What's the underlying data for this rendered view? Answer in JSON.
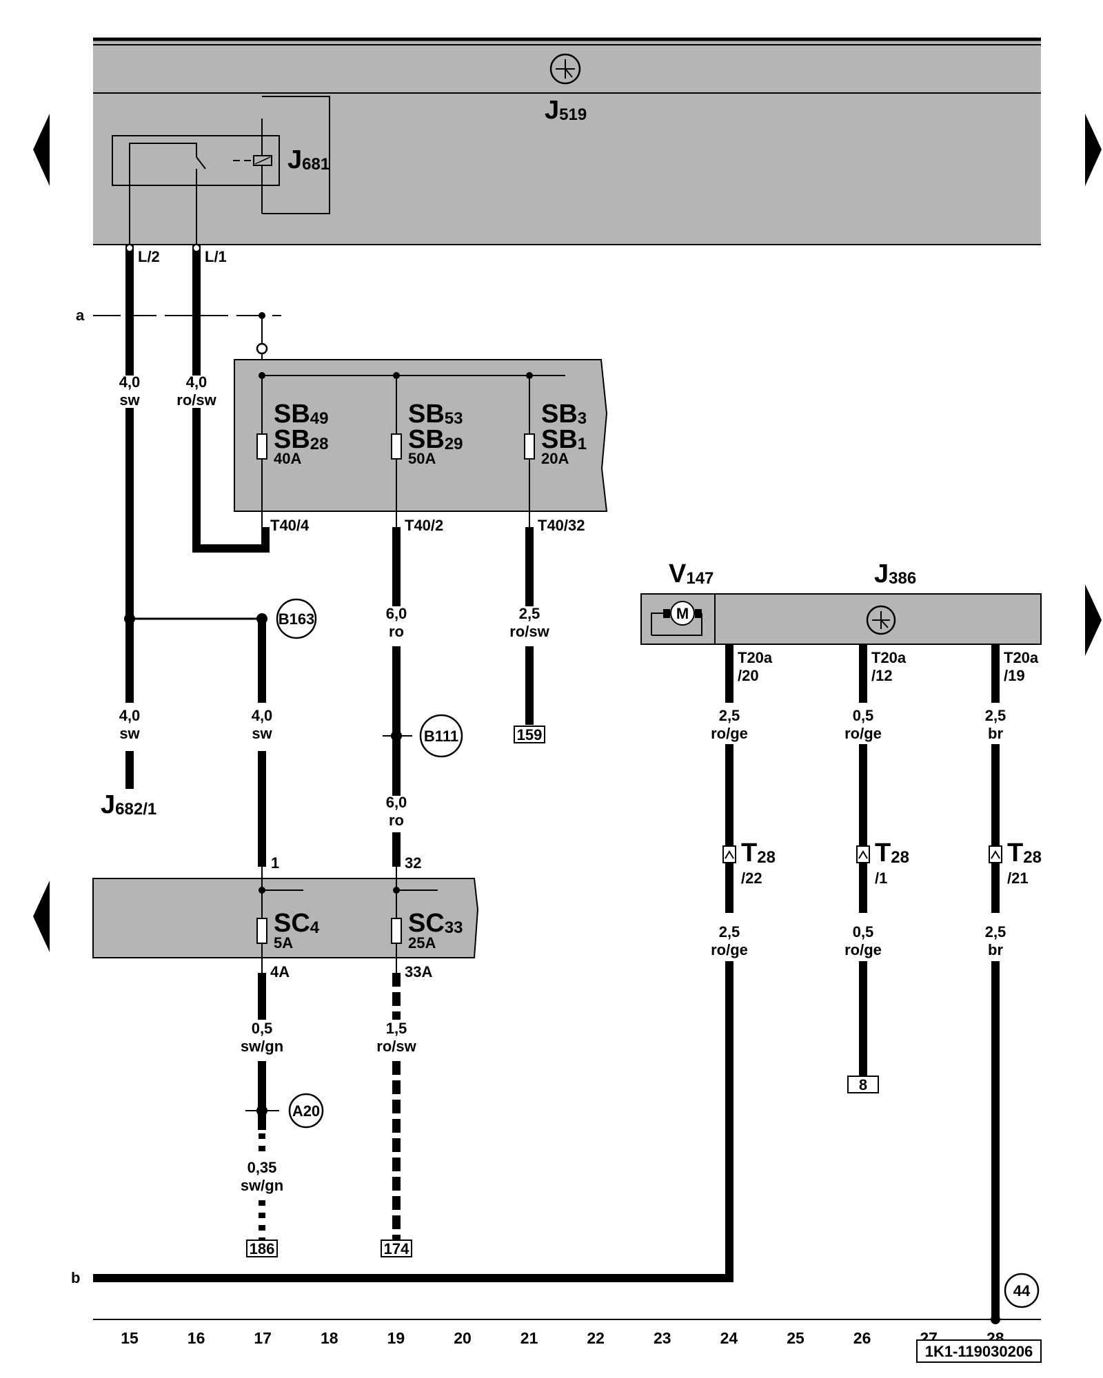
{
  "components": {
    "j519": {
      "name": "J",
      "sub": "519"
    },
    "j681": {
      "name": "J",
      "sub": "681"
    },
    "j682": {
      "name": "J",
      "sub": "682",
      "pin": "/1"
    },
    "v147": {
      "name": "V",
      "sub": "147"
    },
    "j386": {
      "name": "J",
      "sub": "386"
    },
    "motor_symbol": "M"
  },
  "fuses_sb": [
    {
      "line1": "SB",
      "sub1": "49",
      "line2": "SB",
      "sub2": "28",
      "rating": "40A",
      "terminal": "T40/4"
    },
    {
      "line1": "SB",
      "sub1": "53",
      "line2": "SB",
      "sub2": "29",
      "rating": "50A",
      "terminal": "T40/2"
    },
    {
      "line1": "SB",
      "sub1": "3",
      "line2": "SB",
      "sub2": "1",
      "rating": "20A",
      "terminal": "T40/32"
    }
  ],
  "fuses_sc": [
    {
      "name": "SC",
      "sub": "4",
      "rating": "5A",
      "pin_in": "1",
      "pin_out": "4A"
    },
    {
      "name": "SC",
      "sub": "33",
      "rating": "25A",
      "pin_in": "32",
      "pin_out": "33A"
    }
  ],
  "pins": {
    "l2": "L/2",
    "l1": "L/1"
  },
  "wires": {
    "w15a": {
      "size": "4,0",
      "color": "sw"
    },
    "w16a": {
      "size": "4,0",
      "color": "ro/sw"
    },
    "w15b": {
      "size": "4,0",
      "color": "sw"
    },
    "w17a": {
      "size": "4,0",
      "color": "sw"
    },
    "w19a": {
      "size": "6,0",
      "color": "ro"
    },
    "w19b": {
      "size": "6,0",
      "color": "ro"
    },
    "w21a": {
      "size": "2,5",
      "color": "ro/sw"
    },
    "w17b": {
      "size": "0,5",
      "color": "sw/gn"
    },
    "w17c": {
      "size": "0,35",
      "color": "sw/gn"
    },
    "w19c": {
      "size": "1,5",
      "color": "ro/sw"
    },
    "w24a": {
      "size": "2,5",
      "color": "ro/ge"
    },
    "w24b": {
      "size": "2,5",
      "color": "ro/ge"
    },
    "w26a": {
      "size": "0,5",
      "color": "ro/ge"
    },
    "w26b": {
      "size": "0,5",
      "color": "ro/ge"
    },
    "w28a": {
      "size": "2,5",
      "color": "br"
    },
    "w28b": {
      "size": "2,5",
      "color": "br"
    }
  },
  "connectors_j386": [
    {
      "name": "T20a",
      "pin": "/20"
    },
    {
      "name": "T20a",
      "pin": "/12"
    },
    {
      "name": "T20a",
      "pin": "/19"
    }
  ],
  "connectors_t28": [
    {
      "name": "T",
      "sub": "28",
      "pin": "/22"
    },
    {
      "name": "T",
      "sub": "28",
      "pin": "/1"
    },
    {
      "name": "T",
      "sub": "28",
      "pin": "/21"
    }
  ],
  "ground_points": {
    "b163": "B163",
    "b111": "B111",
    "a20": "A20",
    "g44": "44"
  },
  "references": {
    "r159": "159",
    "r186": "186",
    "r174": "174",
    "r8": "8"
  },
  "line_labels": {
    "a": "a",
    "b": "b"
  },
  "columns": [
    "15",
    "16",
    "17",
    "18",
    "19",
    "20",
    "21",
    "22",
    "23",
    "24",
    "25",
    "26",
    "27",
    "28"
  ],
  "diagram_code": "1K1-119030206"
}
